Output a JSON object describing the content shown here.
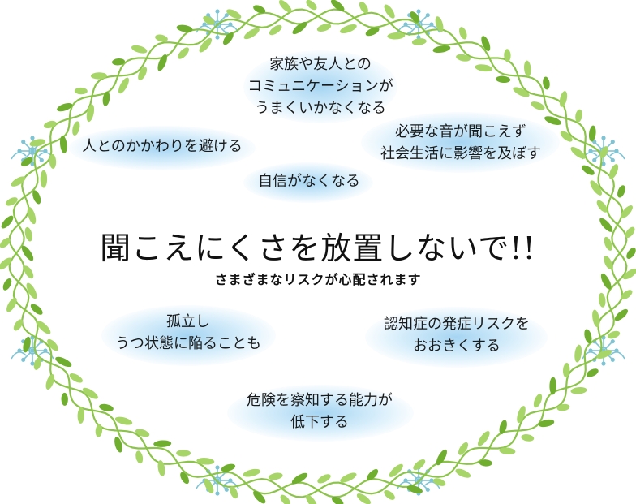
{
  "headline": "聞こえにくさを放置しないで!!",
  "subheadline": "さまざまなリスクが心配されます",
  "risks": [
    {
      "lines": [
        "家族や友人との",
        "コミュニケーションが",
        "うまくいかなくなる"
      ]
    },
    {
      "lines": [
        "人とのかかわりを避ける"
      ]
    },
    {
      "lines": [
        "必要な音が聞こえず",
        "社会生活に影響を及ぼす"
      ]
    },
    {
      "lines": [
        "自信がなくなる"
      ]
    },
    {
      "lines": [
        "孤立し",
        "うつ状態に陥ることも"
      ]
    },
    {
      "lines": [
        "認知症の発症リスクを",
        "おおきくする"
      ]
    },
    {
      "lines": [
        "危険を察知する能力が",
        "低下する"
      ]
    }
  ],
  "colors": {
    "vine": "#8cc44a",
    "leaf_light": "#a7d567",
    "leaf_dark": "#6fae2e",
    "ornament": "#7fc4d4",
    "glow": "#b9e1f8",
    "text": "#1a1a1a"
  }
}
